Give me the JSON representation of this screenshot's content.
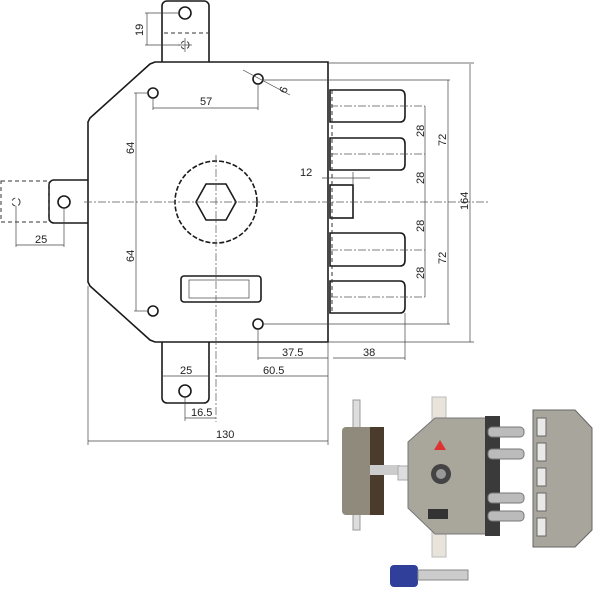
{
  "title": "Lock technical drawing with dimensions",
  "dimensions": {
    "tab_hole_spacing": "19",
    "hole_diameter": "6",
    "top_hole_spacing": "57",
    "upper_height": "64",
    "lower_height": "64",
    "latch_offset": "12",
    "bolt_spacing_1": "28",
    "bolt_spacing_2": "28",
    "bolt_spacing_3": "28",
    "bolt_spacing_4": "28",
    "upper_half": "72",
    "lower_half": "72",
    "total_height": "164",
    "side_tab": "25",
    "hole_to_edge": "37.5",
    "bolt_throw": "38",
    "tab_width": "25",
    "backset": "60.5",
    "tab_offset": "16.5",
    "body_width": "130"
  },
  "colors": {
    "line": "#1a1a1a",
    "body_metal": "#a9a69c",
    "key_blue": "#2f3f9a",
    "badge_red": "#d33"
  }
}
